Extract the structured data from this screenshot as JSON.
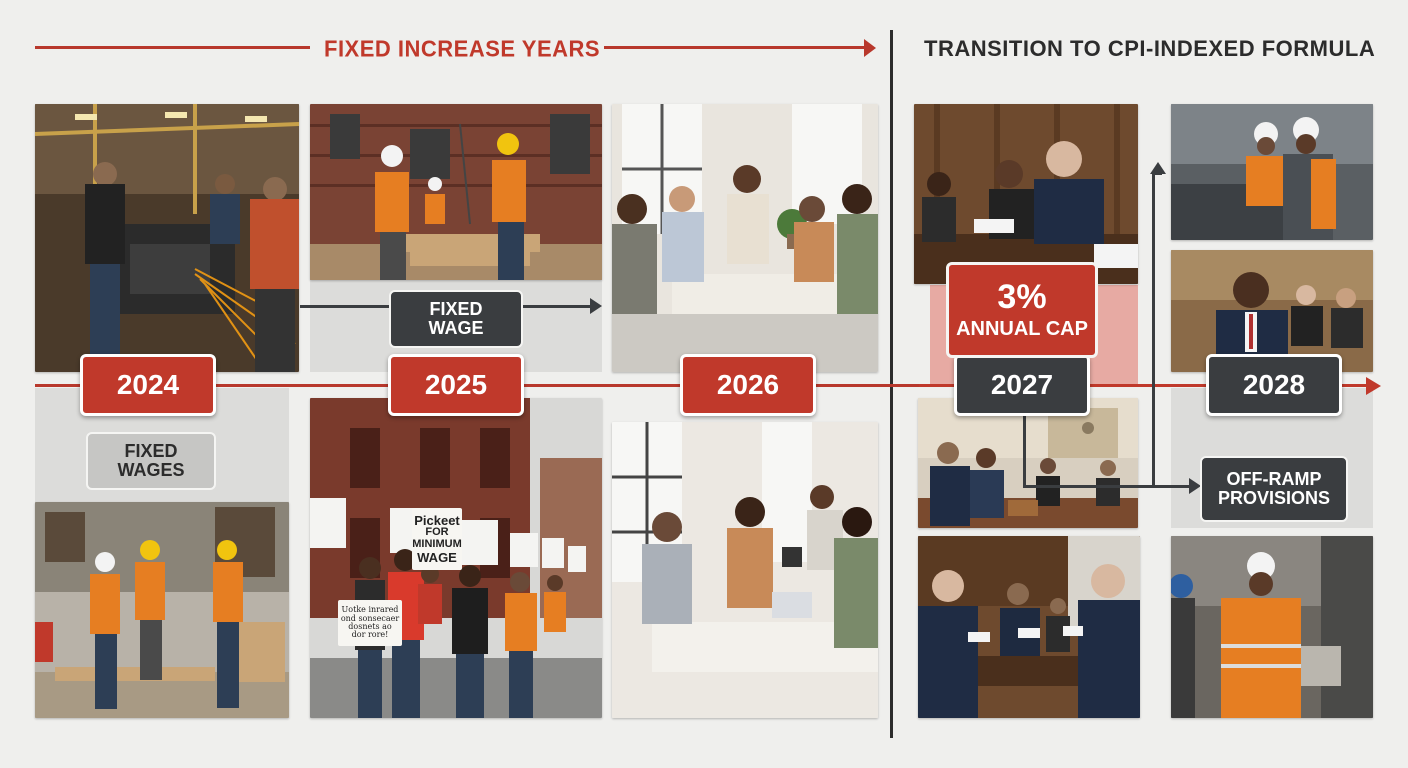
{
  "headers": {
    "left": "FIXED INCREASE YEARS",
    "right": "TRANSITION TO CPI-INDEXED FORMULA"
  },
  "years": [
    "2024",
    "2025",
    "2026",
    "2027",
    "2028"
  ],
  "labels": {
    "fixed_wages": [
      "FIXED",
      "WAGES"
    ],
    "fixed_wage": [
      "FIXED",
      "WAGE"
    ],
    "annual_cap_value": "3%",
    "annual_cap_text": "ANNUAL CAP",
    "off_ramp": [
      "OFF-RAMP",
      "PROVISIONS"
    ]
  },
  "signs": {
    "picket": [
      "Pickeet",
      "FOR",
      "MINIMUM",
      "WAGE"
    ],
    "placard_left": [
      "Uotke inrared",
      "ond sonsecaer",
      "dosnets ao",
      "dor rore!"
    ]
  },
  "colors": {
    "accent_red": "#c0392b",
    "dark": "#3a3d40",
    "background": "#efefed"
  }
}
